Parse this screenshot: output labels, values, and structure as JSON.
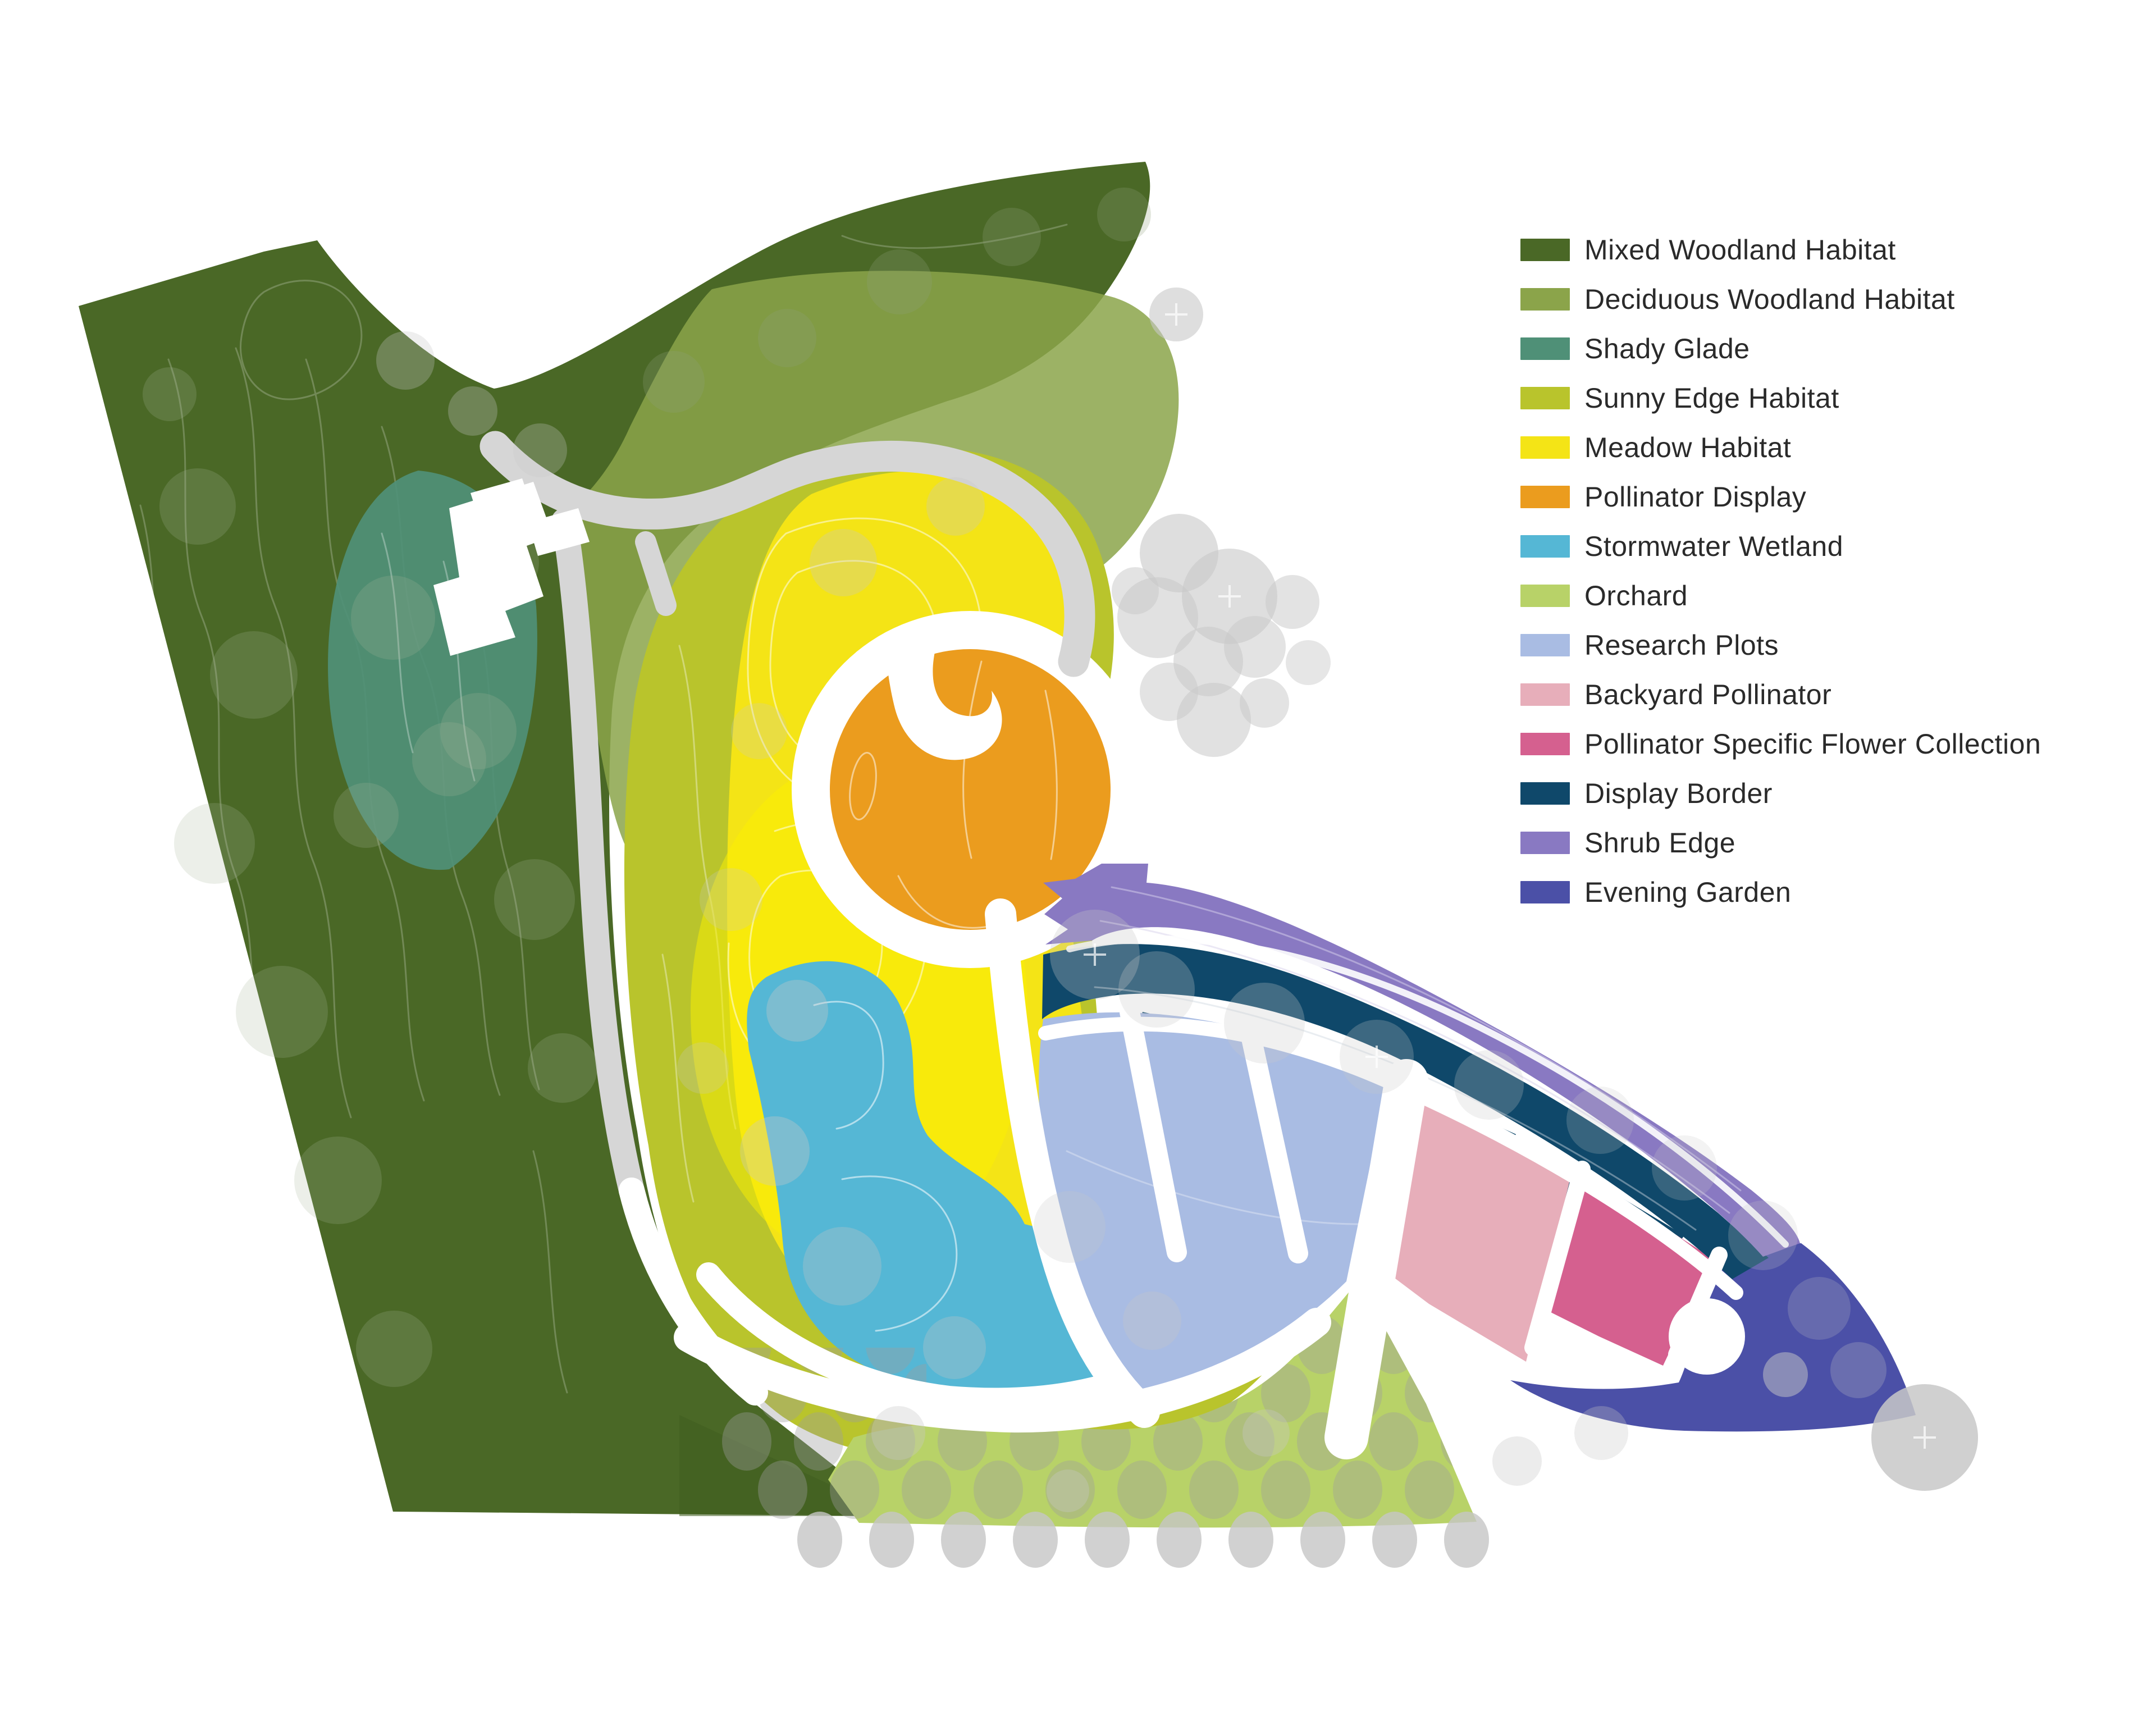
{
  "legend": {
    "items": [
      {
        "label": "Mixed Woodland Habitat",
        "color": "#4a6826"
      },
      {
        "label": "Deciduous Woodland Habitat",
        "color": "#8ba44a"
      },
      {
        "label": "Shady Glade",
        "color": "#4f9077"
      },
      {
        "label": "Sunny Edge Habitat",
        "color": "#b9c42c"
      },
      {
        "label": "Meadow Habitat",
        "color": "#f4e416"
      },
      {
        "label": "Pollinator Display",
        "color": "#eb9c1e"
      },
      {
        "label": "Stormwater Wetland",
        "color": "#55b7d5"
      },
      {
        "label": "Orchard",
        "color": "#b8d268"
      },
      {
        "label": "Research Plots",
        "color": "#a9bce3"
      },
      {
        "label": "Backyard Pollinator",
        "color": "#e7aeba"
      },
      {
        "label": "Pollinator Specific Flower Collection",
        "color": "#d5608f"
      },
      {
        "label": "Display Border",
        "color": "#0f486a"
      },
      {
        "label": "Shrub Edge",
        "color": "#8979c2"
      },
      {
        "label": "Evening Garden",
        "color": "#4b50a7"
      }
    ]
  },
  "map": {
    "background": "#ffffff",
    "walk_color": "#d6d6d6",
    "trail_color": "#ffffff"
  }
}
